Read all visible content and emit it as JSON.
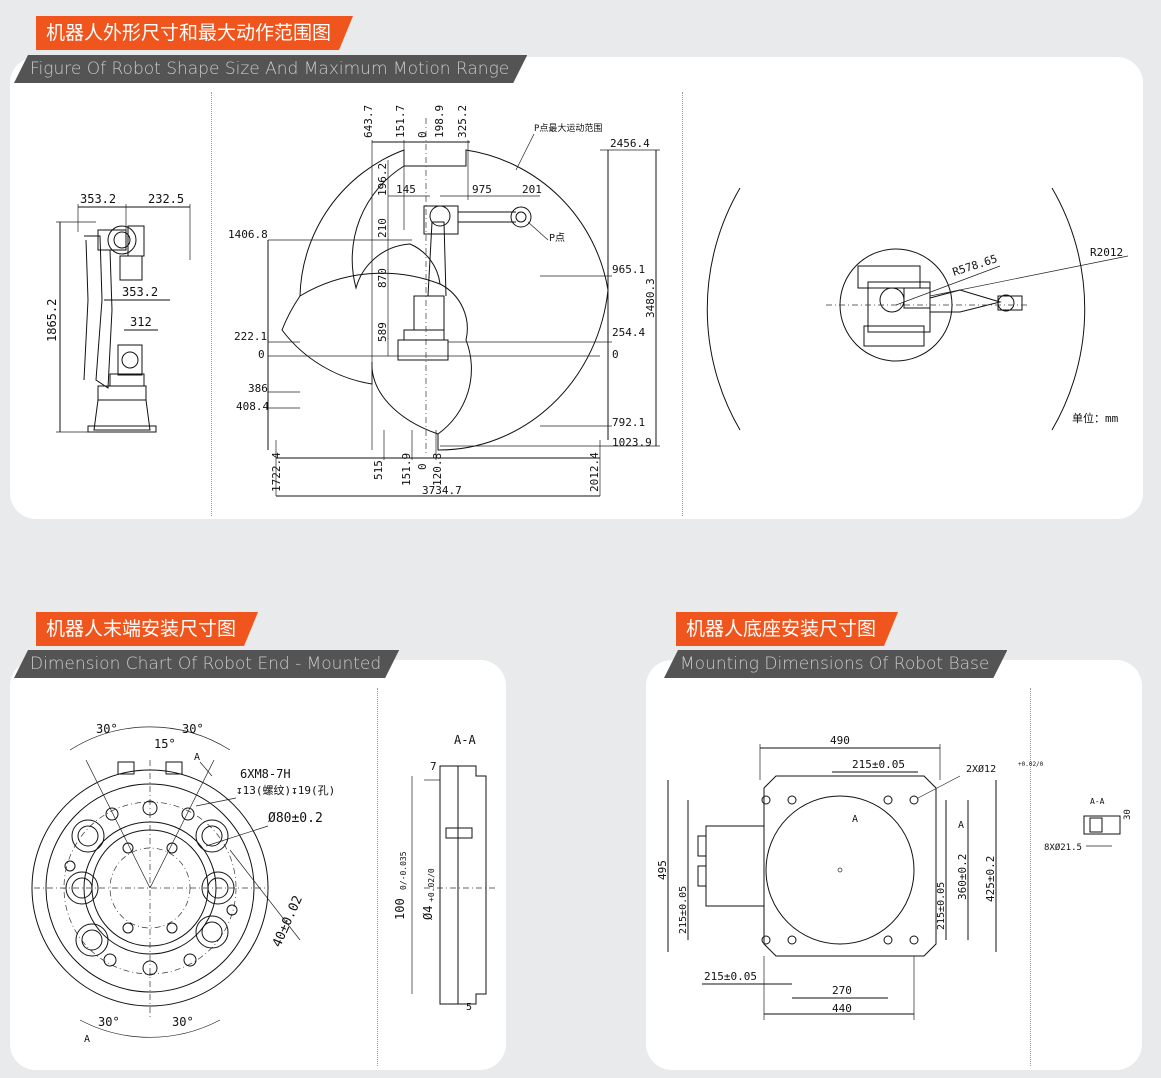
{
  "sections": {
    "motion": {
      "title_cn": "机器人外形尺寸和最大动作范围图",
      "title_en": "Figure Of Robot Shape Size And Maximum Motion Range"
    },
    "end": {
      "title_cn": "机器人末端安装尺寸图",
      "title_en": "Dimension Chart Of Robot End - Mounted"
    },
    "base": {
      "title_cn": "机器人底座安装尺寸图",
      "title_en": "Mounting Dimensions Of Robot Base"
    }
  },
  "side_view": {
    "w1": "353.2",
    "w2": "232.5",
    "w3": "353.2",
    "w4": "312",
    "height": "1865.2"
  },
  "range_view": {
    "top_dims": [
      "643.7",
      "151.7",
      "0",
      "198.9",
      "325.2"
    ],
    "p_max_label": "P点最大运动范围",
    "right_top": "2456.4",
    "d196": "196.2",
    "d145": "145",
    "d975": "975",
    "d201": "201",
    "d210": "210",
    "p_label": "P点",
    "d870": "870",
    "d589": "589",
    "left_dims": [
      "1406.8",
      "222.1",
      "0",
      "386",
      "408.4"
    ],
    "right_dims": [
      "965.1",
      "254.4",
      "0",
      "792.1",
      "1023.9"
    ],
    "total_h": "3480.3",
    "bottom_dims": [
      "1722.4",
      "515",
      "151.9",
      "0",
      "120.8",
      "2012.4"
    ],
    "total_w": "3734.7"
  },
  "top_view": {
    "r_small": "R578.65",
    "r_big": "R2012",
    "unit": "单位：mm"
  },
  "end_view": {
    "a30_tl": "30°",
    "a30_tr": "30°",
    "a15": "15°",
    "a_mark": "A",
    "thread": "6XM8-7H",
    "depth": "↧13(螺纹)↧19(孔)",
    "dia80": "Ø80±0.2",
    "pcd40": "40±0.02",
    "a30_bl": "30°",
    "a30_br": "30°",
    "a_mark2": "A",
    "section": "A-A",
    "d7": "7",
    "d100": "100",
    "d100_tol": "0/-0.035",
    "d4": "Ø4",
    "d4_tol": "+0.02/0",
    "d5": "5"
  },
  "base_view": {
    "w490": "490",
    "w215": "215±0.05",
    "holes": "2XØ12",
    "holes_tol": "+0.02/0",
    "h495": "495",
    "hA1": "A",
    "hA2": "A",
    "l215": "215±0.05",
    "v360": "360±0.2",
    "v425": "425±0.2",
    "v215r": "215±0.05",
    "b215": "215±0.05",
    "b270": "270",
    "b440": "440",
    "section": "A-A",
    "s30": "30",
    "s8": "8XØ21.5"
  }
}
